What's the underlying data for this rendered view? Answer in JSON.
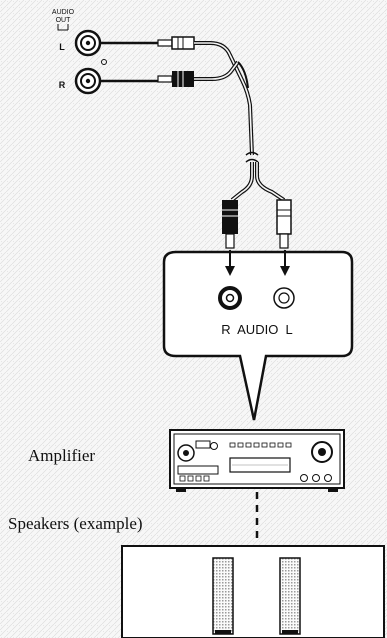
{
  "panel": {
    "header_line1": "AUDIO",
    "header_line2": "OUT",
    "left_label": "L",
    "right_label": "R"
  },
  "connector_box": {
    "label": "R  AUDIO  L"
  },
  "labels": {
    "amplifier": "Amplifier",
    "speakers": "Speakers (example)"
  },
  "colors": {
    "line": "#111111",
    "background": "#f6f6f6"
  }
}
